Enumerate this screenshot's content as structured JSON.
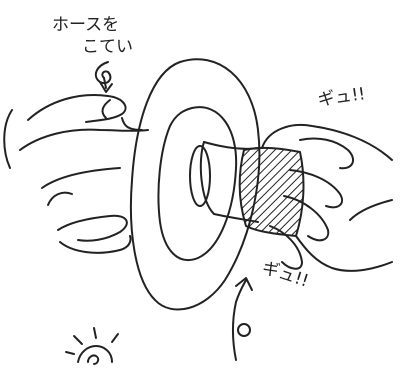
{
  "annotations": {
    "hose_label_line1": "ホースを",
    "hose_label_line2": "こてい",
    "squeeze_top": "ギュ!!",
    "squeeze_bottom": "ギュ!!"
  },
  "colors": {
    "ink": "#222222",
    "paper": "#ffffff"
  }
}
